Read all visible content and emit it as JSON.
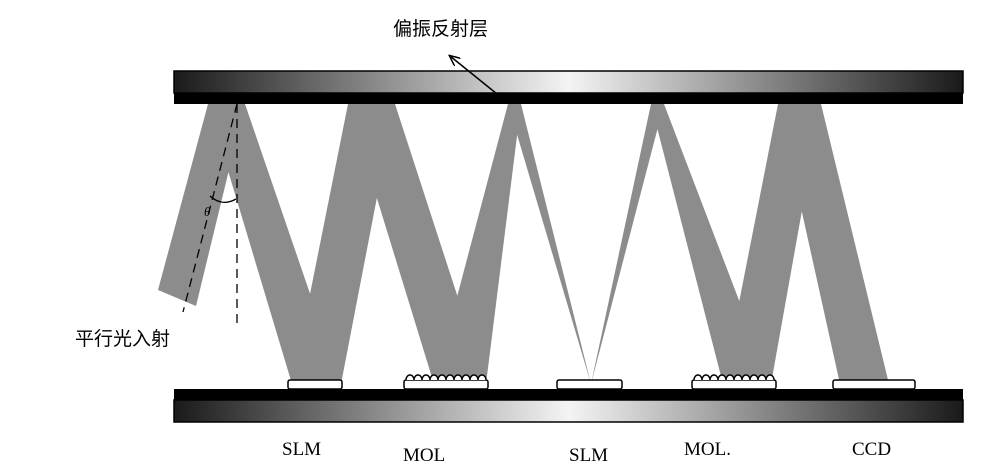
{
  "title_label": "偏振反射层",
  "incident_label": "平行光入射",
  "angle_symbol": "θ",
  "components": [
    {
      "label": "SLM",
      "type": "flat"
    },
    {
      "label": "MOL",
      "type": "lens"
    },
    {
      "label": "SLM",
      "type": "flat"
    },
    {
      "label": "MOL.",
      "type": "lens"
    },
    {
      "label": "CCD",
      "type": "flat"
    }
  ],
  "colors": {
    "beam": "#8c8c8c",
    "plate_dark": "#111111",
    "plate_light": "#f2f2f2"
  }
}
